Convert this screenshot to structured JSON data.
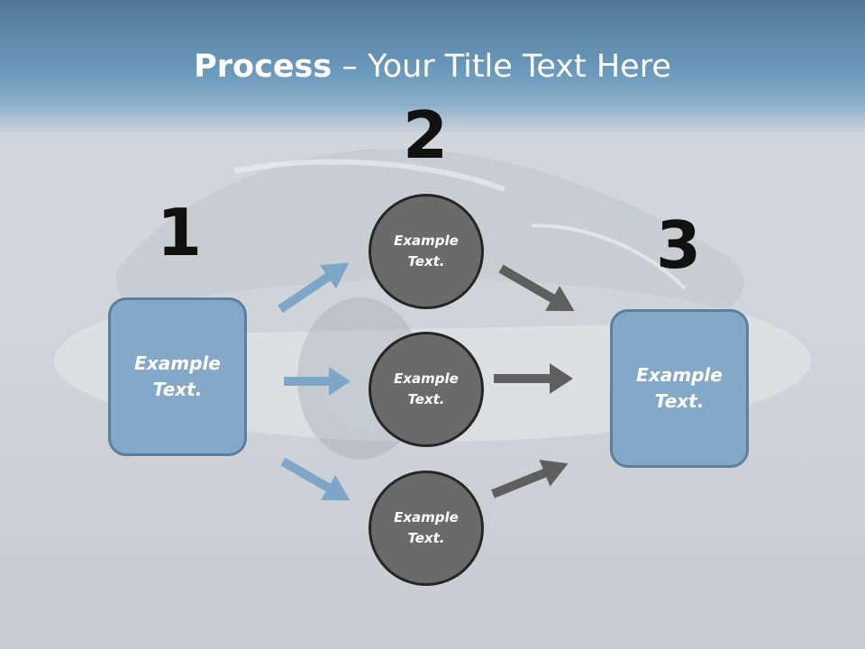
{
  "title": {
    "bold": "Process",
    "rest": " – Your Title Text Here"
  },
  "steps": {
    "one": "1",
    "two": "2",
    "three": "3"
  },
  "boxes": {
    "left": "Example Text.",
    "right": "Example Text."
  },
  "circles": {
    "top": "Example Text.",
    "middle": "Example Text.",
    "bottom": "Example Text."
  },
  "colors": {
    "box_fill": "#84a9c8",
    "box_border": "#5b7f9c",
    "circle_fill": "#6a6a6a",
    "circle_border": "#262626",
    "arrow_blue": "#7ea6c8",
    "arrow_gray": "#5f5f5f",
    "header": "#5f8db0"
  },
  "icons": {
    "left_arrows": "arrow-right-icon",
    "right_arrows": "arrow-right-icon"
  }
}
